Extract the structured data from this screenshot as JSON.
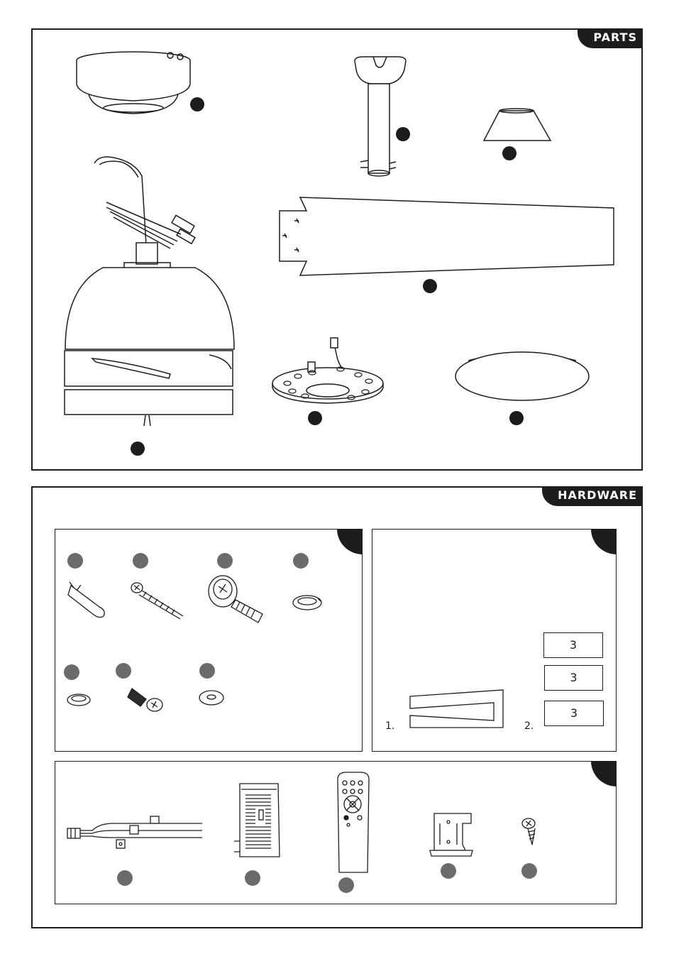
{
  "parts": {
    "tab_label": "PARTS",
    "items": [
      {
        "name": "canopy",
        "icon": "canopy-icon"
      },
      {
        "name": "downrod",
        "icon": "downrod-icon"
      },
      {
        "name": "coupling-cover",
        "icon": "coupling-cover-icon"
      },
      {
        "name": "motor-housing",
        "icon": "motor-housing-icon"
      },
      {
        "name": "fan-blade",
        "icon": "blade-icon"
      },
      {
        "name": "led-light-module",
        "icon": "led-module-icon"
      },
      {
        "name": "light-cover",
        "icon": "light-cover-icon"
      }
    ]
  },
  "hardware": {
    "tab_label": "HARDWARE",
    "blade_installation": {
      "quantities": [
        "3",
        "3",
        "3"
      ],
      "step_1": "1.",
      "step_2": "2."
    },
    "items": [
      {
        "name": "wall-plug",
        "icon": "wall-plug-icon"
      },
      {
        "name": "wood-screw",
        "icon": "wood-screw-icon"
      },
      {
        "name": "blade-screw",
        "icon": "blade-screw-icon"
      },
      {
        "name": "lock-washer",
        "icon": "lock-washer-icon"
      },
      {
        "name": "spring-washer",
        "icon": "spring-washer-icon"
      },
      {
        "name": "short-screw",
        "icon": "short-screw-icon"
      },
      {
        "name": "flat-washer",
        "icon": "flat-washer-icon"
      },
      {
        "name": "wiring-harness",
        "icon": "wiring-harness-icon"
      },
      {
        "name": "receiver",
        "icon": "receiver-icon"
      },
      {
        "name": "remote-control",
        "icon": "remote-control-icon"
      },
      {
        "name": "remote-holder",
        "icon": "remote-holder-icon"
      },
      {
        "name": "holder-screw",
        "icon": "holder-screw-icon"
      }
    ]
  }
}
